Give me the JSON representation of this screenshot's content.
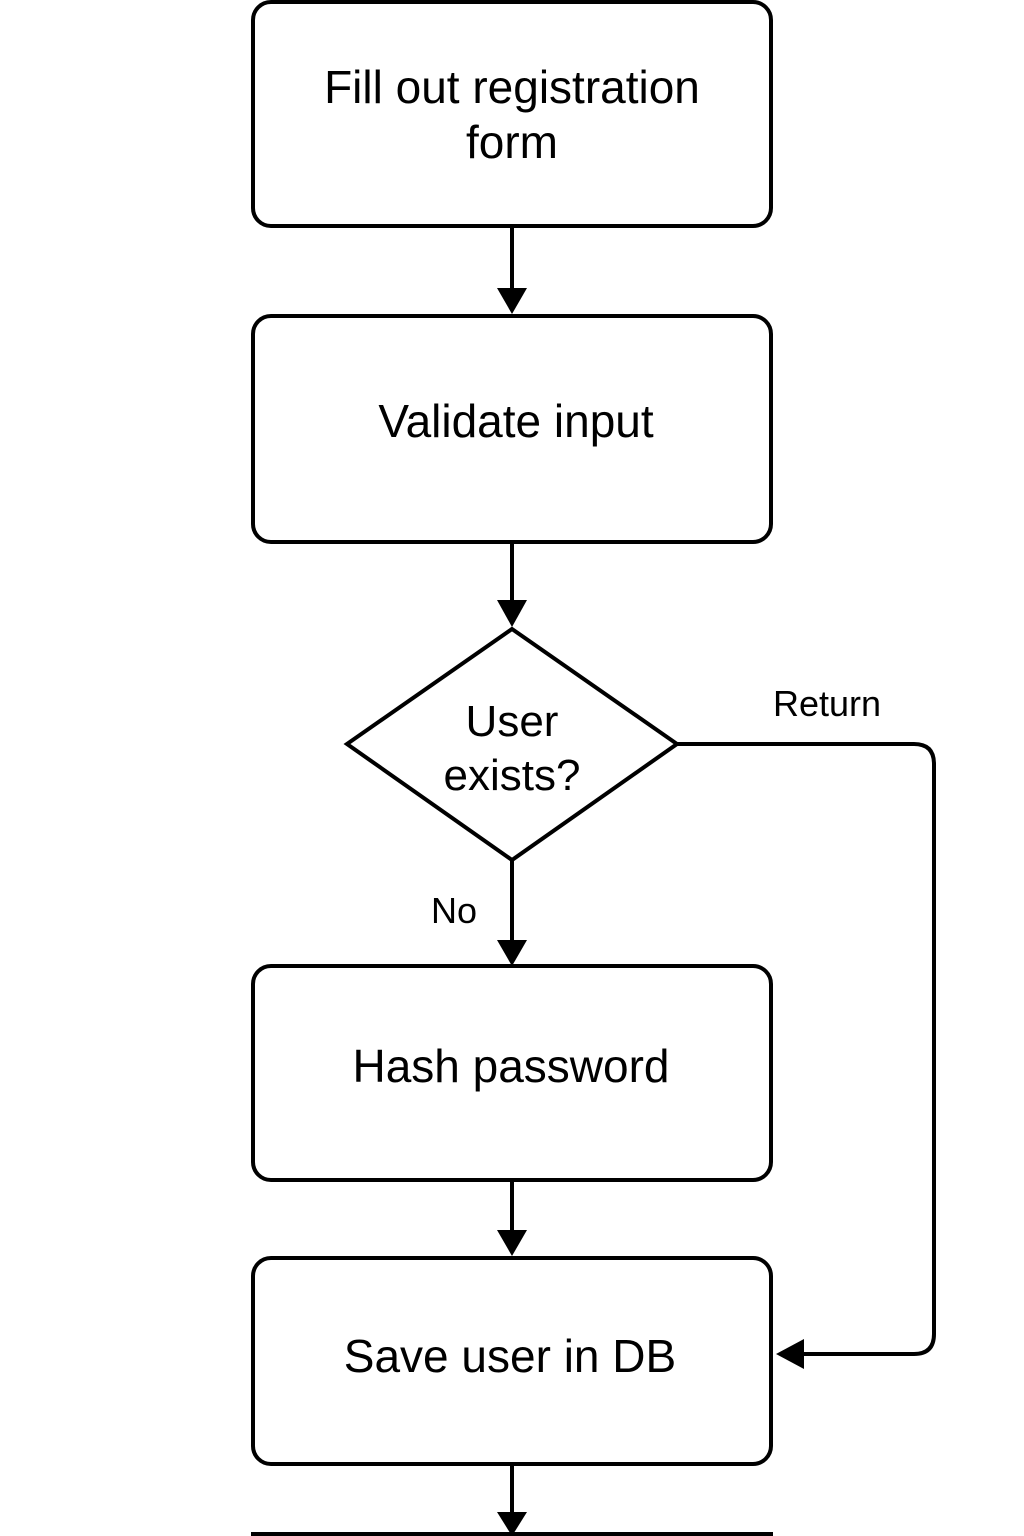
{
  "nodes": {
    "fill_form": {
      "lines": [
        "Fill out registration",
        "form"
      ]
    },
    "validate": {
      "label": "Validate input"
    },
    "user_exists": {
      "lines": [
        "User",
        "exists?"
      ]
    },
    "hash_password": {
      "label": "Hash password"
    },
    "save_user": {
      "label": "Save user in DB"
    }
  },
  "edges": {
    "no_label": "No",
    "return_label": "Return"
  },
  "colors": {
    "stroke": "#000000",
    "background": "#ffffff"
  }
}
